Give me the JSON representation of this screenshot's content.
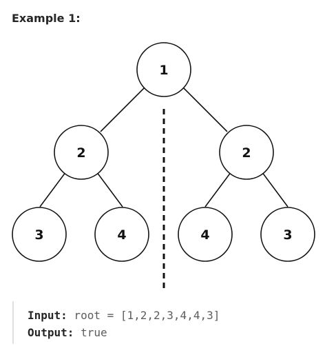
{
  "heading": "Example 1:",
  "tree": {
    "nodes": [
      {
        "id": "n0",
        "value": "1"
      },
      {
        "id": "n1",
        "value": "2"
      },
      {
        "id": "n2",
        "value": "2"
      },
      {
        "id": "n3",
        "value": "3"
      },
      {
        "id": "n4",
        "value": "4"
      },
      {
        "id": "n5",
        "value": "4"
      },
      {
        "id": "n6",
        "value": "3"
      }
    ]
  },
  "example": {
    "input_label": "Input:",
    "input_value": " root = [1,2,2,3,4,4,3]",
    "output_label": "Output:",
    "output_value": " true"
  }
}
